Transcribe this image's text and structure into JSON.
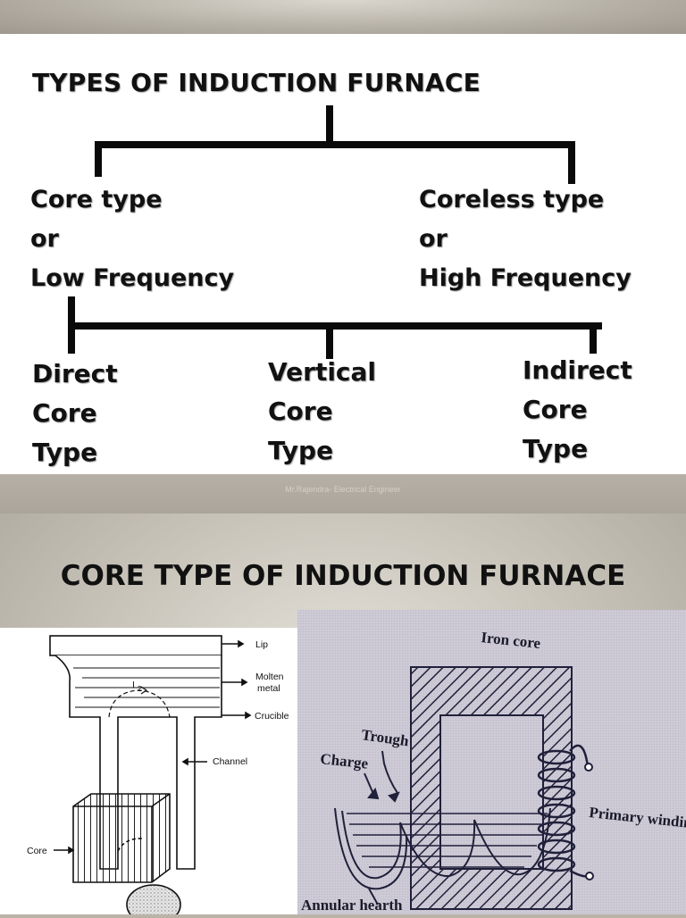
{
  "slide1": {
    "title": "TYPES OF INDUCTION FURNACE",
    "core_type": {
      "line1": "Core type",
      "line2": "or",
      "line3": "Low Frequency"
    },
    "coreless_type": {
      "line1": "Coreless type",
      "line2": "or",
      "line3": "High Frequency"
    },
    "subtypes": [
      {
        "line1": "Direct",
        "line2": "Core",
        "line3": "Type"
      },
      {
        "line1": "Vertical",
        "line2": "Core",
        "line3": "Type"
      },
      {
        "line1": "Indirect",
        "line2": "Core",
        "line3": "Type"
      }
    ]
  },
  "credit": "Mr.Rajendra- Electrical Engineer",
  "slide2": {
    "title": "CORE TYPE OF INDUCTION FURNACE",
    "left_figure": {
      "labels": {
        "lip": "Lip",
        "molten_metal_1": "Molten",
        "molten_metal_2": "metal",
        "current": "I",
        "current_sub": "2",
        "crucible": "Crucible",
        "channel": "Channel",
        "core": "Core"
      }
    },
    "right_figure": {
      "labels": {
        "iron_core": "Iron core",
        "trough": "Trough",
        "charge": "Charge",
        "primary_winding": "Primary winding",
        "annular_hearth": "Annular hearth"
      }
    }
  }
}
